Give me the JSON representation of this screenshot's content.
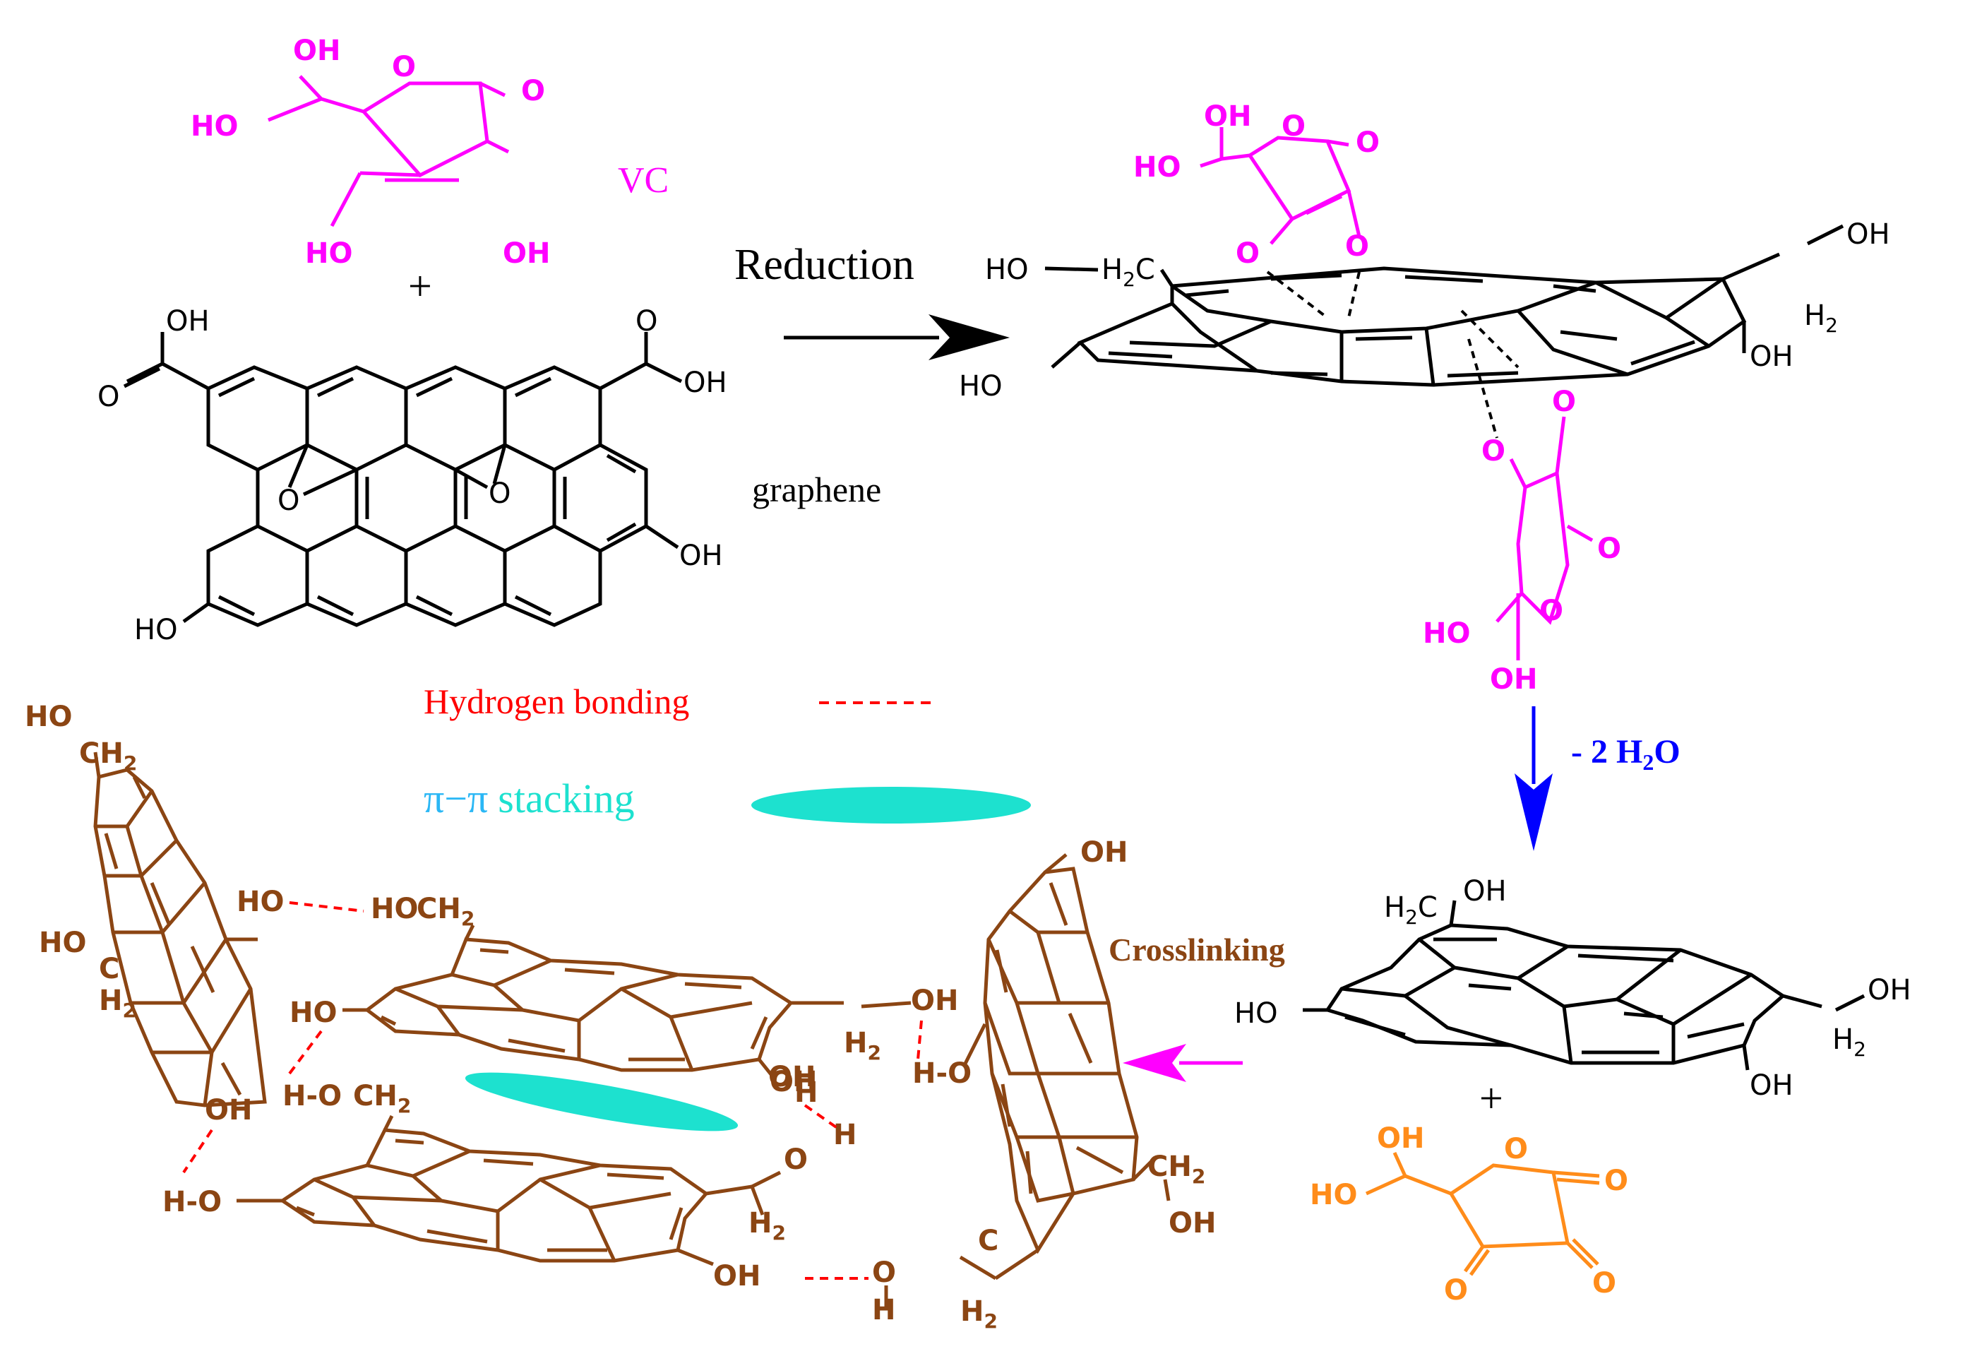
{
  "labels": {
    "vc": "VC",
    "plus_top": "+",
    "graphene": "graphene",
    "reduction": "Reduction",
    "minus_water_prefix": "- 2 H",
    "minus_water_sub": "2",
    "minus_water_suffix": "O",
    "plus_bottom": "+",
    "crosslinking": "Crosslinking",
    "hbond_legend": "Hydrogen bonding",
    "pi_stacking_symbol": "π−π",
    "pi_stacking_word": "stacking"
  },
  "vc_top": {
    "hydroxyl_side": "OH",
    "hydroxyl_chain": "HO",
    "ring_oxygen": "O",
    "carbonyl": "O",
    "enol_left": "HO",
    "enol_right": "OH"
  },
  "graphene_oxide": {
    "acid_left_oh": "OH",
    "acid_left_o": "O",
    "acid_right_o": "O",
    "acid_right_oh": "OH",
    "epoxide_left": "O",
    "epoxide_right": "O",
    "hydroxyl_right": "OH",
    "hydroxyl_left": "HO"
  },
  "intermediate": {
    "ch2oh_left_ho": "HO",
    "ch2_left": "H",
    "ch2_left_sub": "2",
    "ch2_left_c": "C",
    "ho_left": "HO",
    "oh_right_top": "OH",
    "h2_right": "H",
    "h2_right_sub": "2",
    "oh_right": "OH",
    "vc_upper_oh": "OH",
    "vc_upper_ho": "HO",
    "vc_upper_ring_o": "O",
    "vc_upper_carbonyl": "O",
    "vc_upper_bridge_left": "O",
    "vc_upper_bridge_right": "O",
    "vc_lower_o1": "O",
    "vc_lower_o2": "O",
    "vc_lower_carbonyl": "O",
    "vc_lower_ring_o": "O",
    "vc_lower_ho": "HO",
    "vc_lower_oh": "OH"
  },
  "rgo": {
    "h2c": "H",
    "h2c_sub": "2",
    "h2c_c": "C",
    "oh_top": "OH",
    "ho_left": "HO",
    "oh_right": "OH",
    "h2_right": "H",
    "h2_right_sub": "2",
    "oh_bottom": "OH"
  },
  "dhaa": {
    "oh": "OH",
    "ho": "HO",
    "ring_o": "O",
    "carbonyl_right": "O",
    "carbonyl_left": "O",
    "carbonyl_bottom": "O"
  },
  "network": {
    "s1_ho": "HO",
    "s1_ch2": "CH",
    "s1_ch2_sub": "2",
    "s1_ho2": "HO",
    "s1_c": "C",
    "s1_h2": "H",
    "s1_h2_sub": "2",
    "s1_oh_bottom": "OH",
    "s2_ho": "HO",
    "s2_ch2": "CH",
    "s2_ch2_sub": "2",
    "s2_ho_left": "HO",
    "s2_oh": "OH",
    "s2_h2": "H",
    "s2_h2_sub": "2",
    "s2_oh_bottom": "OH",
    "s3_hoch2_h": "H-O",
    "s3_ch2": "CH",
    "s3_ch2_sub": "2",
    "s3_ho_left": "H-O",
    "s3_o": "O",
    "s3_h": "H",
    "s3_h2": "H",
    "s3_h2_sub": "2",
    "s3_oh_bottom": "OH",
    "link_oh": "OH",
    "link_h": "H",
    "s4_oh_top": "OH",
    "s4_ho": "H-O",
    "s4_ch2": "CH",
    "s4_ch2_sub": "2",
    "s4_oh": "OH",
    "s4_link_o": "O",
    "s4_link_h": "H",
    "s4_h2": "H",
    "s4_h2_sub": "2",
    "s4_c": "C"
  },
  "colors": {
    "black": "#000000",
    "vc_magenta": "#ff00ff",
    "dehydro_orange": "#ff8c1a",
    "network_brown": "#8b4513",
    "hbond_red": "#ff0000",
    "water_blue": "#0000ff",
    "stacking_teal": "#1de1cf",
    "pi_blue": "#2ab7f5"
  }
}
